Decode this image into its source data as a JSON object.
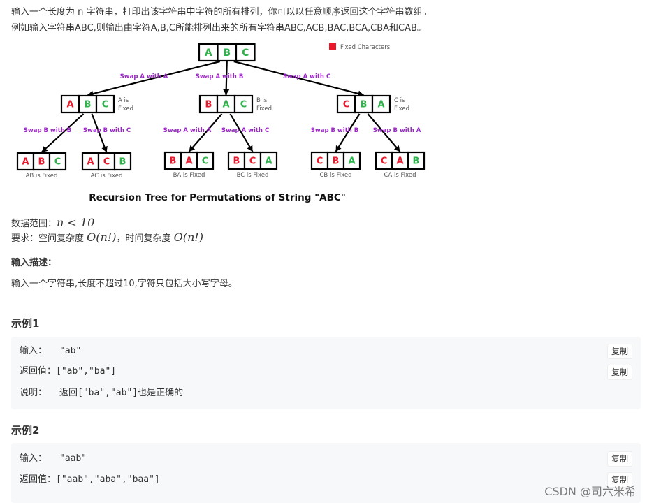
{
  "intro": {
    "line1": "输入一个长度为 n 字符串，打印出该字符串中字符的所有排列，你可以以任意顺序返回这个字符串数组。",
    "line2": "例如输入字符串ABC,则输出由字符A,B,C所能排列出来的所有字符串ABC,ACB,BAC,BCA,CBA和CAB。"
  },
  "diagram": {
    "title": "Recursion Tree for Permutations of String \"ABC\"",
    "legend": "Fixed Characters",
    "colors": {
      "fixed": "#e8192c",
      "free": "#2eb34a",
      "swap": "#9b27c6",
      "border": "#000000"
    },
    "root": [
      "A",
      "B",
      "C"
    ],
    "level1": [
      {
        "chars": [
          "A",
          "B",
          "C"
        ],
        "fixed": 1,
        "note1": "A is",
        "note2": "Fixed",
        "edge": "Swap A with A"
      },
      {
        "chars": [
          "B",
          "A",
          "C"
        ],
        "fixed": 1,
        "note1": "B is",
        "note2": "Fixed",
        "edge": "Swap A with B"
      },
      {
        "chars": [
          "C",
          "B",
          "A"
        ],
        "fixed": 1,
        "note1": "C is",
        "note2": "Fixed",
        "edge": "Swap A with C"
      }
    ],
    "level2": [
      {
        "chars": [
          "A",
          "B",
          "C"
        ],
        "label": "AB is Fixed",
        "edge": "Swap B with B"
      },
      {
        "chars": [
          "A",
          "C",
          "B"
        ],
        "label": "AC is Fixed",
        "edge": "Swap B with C"
      },
      {
        "chars": [
          "B",
          "A",
          "C"
        ],
        "label": "BA is Fixed",
        "edge": "Swap A with A"
      },
      {
        "chars": [
          "B",
          "C",
          "A"
        ],
        "label": "BC is Fixed",
        "edge": "Swap A with C"
      },
      {
        "chars": [
          "C",
          "B",
          "A"
        ],
        "label": "CB is Fixed",
        "edge": "Swap B with B"
      },
      {
        "chars": [
          "C",
          "A",
          "B"
        ],
        "label": "CA is Fixed",
        "edge": "Swap B with A"
      }
    ]
  },
  "constraints": {
    "range_label": "数据范围：",
    "range_math": "n < 10",
    "req_label": "要求：空间复杂度 ",
    "req_space": "O(n!)",
    "req_mid": "，时间复杂度 ",
    "req_time": "O(n!)"
  },
  "input_desc": {
    "title": "输入描述：",
    "text": "输入一个字符串,长度不超过10,字符只包括大小写字母。"
  },
  "examples": [
    {
      "title": "示例1",
      "input_label": "输入：",
      "input_value": "\"ab\"",
      "return_label": "返回值：",
      "return_value": "[\"ab\",\"ba\"]",
      "note_label": "说明：",
      "note_pre": "返回",
      "note_code": "[\"ba\",\"ab\"]",
      "note_post": "也是正确的",
      "copy_label": "复制"
    },
    {
      "title": "示例2",
      "input_label": "输入：",
      "input_value": "\"aab\"",
      "return_label": "返回值：",
      "return_value": "[\"aab\",\"aba\",\"baa\"]",
      "copy_label": "复制"
    }
  ],
  "watermark": "CSDN @司六米希"
}
